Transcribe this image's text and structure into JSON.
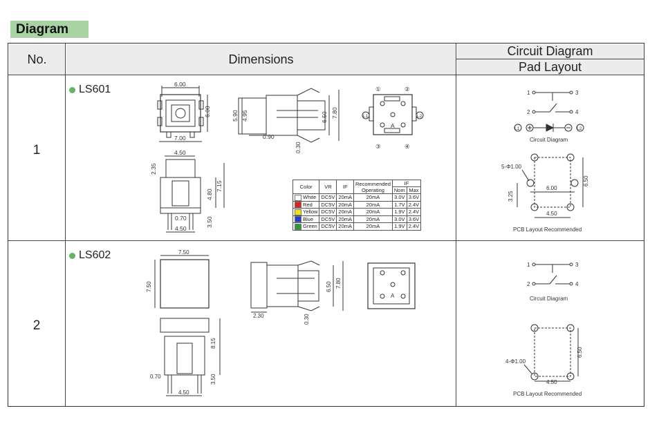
{
  "section_label": "Diagram",
  "header": {
    "no": "No.",
    "dimensions": "Dimensions",
    "circuit_diagram": "Circuit Diagram",
    "pad_layout": "Pad Layout"
  },
  "rows": [
    {
      "number": "1",
      "model": "LS601",
      "dims": {
        "top_width": "6.00",
        "top_height": "6.00",
        "bottom_width": "7.00",
        "side_590": "5.90",
        "side_495": "4.95",
        "side_650": "6.50",
        "side_780": "7.80",
        "side_090": "0.90",
        "side_030": "0.30",
        "front_450": "4.50",
        "front_235": "2.35",
        "front_480": "4.80",
        "front_715": "7.15",
        "front_070": "0.70",
        "front_350": "3.50",
        "front_450b": "4.50"
      },
      "pin_labels": {
        "p1": "①",
        "p2": "②",
        "p3": "③",
        "p4": "④",
        "l1": "L1",
        "l2": "L2",
        "a": "A"
      },
      "circuit": {
        "n1": "1",
        "n2": "2",
        "n3": "3",
        "n4": "4",
        "l1": "L1",
        "l2": "L2",
        "caption": "Circuit Diagram"
      },
      "pcb": {
        "holes": "5-Φ1.00",
        "w": "6.00",
        "h": "6.50",
        "v": "3.25",
        "b": "4.50",
        "caption": "PCB Layout Recommended"
      }
    },
    {
      "number": "2",
      "model": "LS602",
      "dims": {
        "top_width": "7.50",
        "top_height": "7.50",
        "side_650": "6.50",
        "side_780": "7.80",
        "side_230": "2.30",
        "side_030": "0.30",
        "front_815": "8.15",
        "front_070": "0.70",
        "front_350": "3.50",
        "front_450": "4.50"
      },
      "pin_labels": {
        "a": "A"
      },
      "circuit": {
        "n1": "1",
        "n2": "2",
        "n3": "3",
        "n4": "4",
        "caption": "Circuit Diagram"
      },
      "pcb": {
        "holes": "4-Φ1.00",
        "h": "6.50",
        "b": "4.50",
        "caption": "PCB Layout Recommended"
      }
    }
  ],
  "spec_table": {
    "headers": {
      "color": "Color",
      "vr": "VR",
      "if": "IF",
      "rec": "Recommended",
      "rec2": "Operating",
      "if2": "IF",
      "nom": "Nom",
      "max": "Max"
    },
    "rows": [
      {
        "swatch": "#ffffff",
        "color": "White",
        "vr": "DC5V",
        "if": "20mA",
        "op": "20mA",
        "nom": "3.0V",
        "max": "3.6V"
      },
      {
        "swatch": "#e02020",
        "color": "Red",
        "vr": "DC5V",
        "if": "20mA",
        "op": "20mA",
        "nom": "1.7V",
        "max": "2.4V"
      },
      {
        "swatch": "#f2e21a",
        "color": "Yellow",
        "vr": "DC5V",
        "if": "20mA",
        "op": "20mA",
        "nom": "1.9V",
        "max": "2.4V"
      },
      {
        "swatch": "#1f3fd0",
        "color": "Blue",
        "vr": "DC5V",
        "if": "20mA",
        "op": "20mA",
        "nom": "3.0V",
        "max": "3.6V"
      },
      {
        "swatch": "#2a9a3a",
        "color": "Green",
        "vr": "DC5V",
        "if": "20mA",
        "op": "20mA",
        "nom": "1.9V",
        "max": "2.4V"
      }
    ]
  }
}
